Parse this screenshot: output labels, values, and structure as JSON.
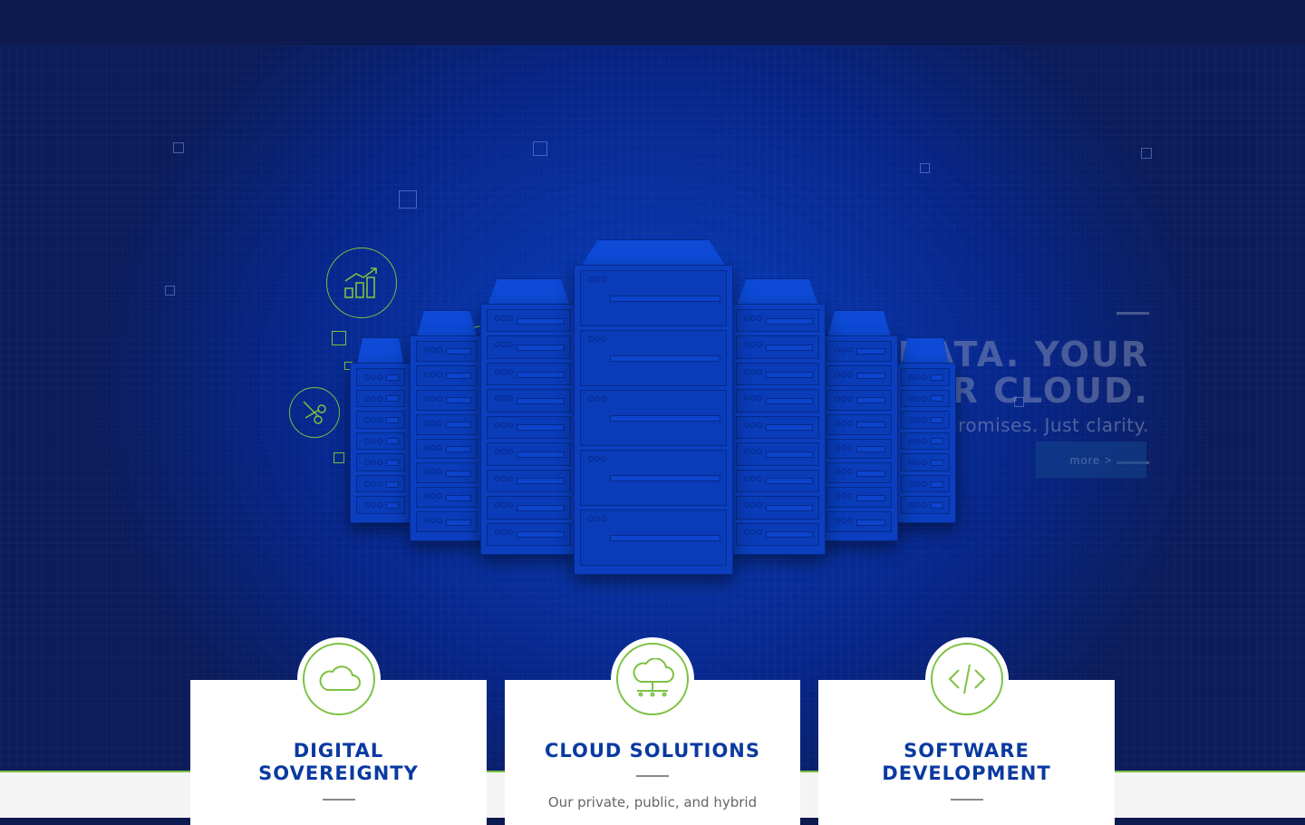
{
  "hero": {
    "title_line1": "YOUR DATA. YOUR",
    "title_line2": "RULES. YOUR CLOUD.",
    "subtitle": "No compromises. Just clarity.",
    "more_label": "more >"
  },
  "cards": [
    {
      "title_line1": "DIGITAL",
      "title_line2": "SOVEREIGNTY",
      "text": "",
      "icon": "cloud-icon"
    },
    {
      "title_line1": "CLOUD SOLUTIONS",
      "title_line2": "",
      "text": "Our private, public, and hybrid",
      "icon": "cloud-network-icon"
    },
    {
      "title_line1": "SOFTWARE",
      "title_line2": "DEVELOPMENT",
      "text": "",
      "icon": "code-icon"
    }
  ],
  "colors": {
    "accent_green": "#7cc242",
    "brand_blue": "#0a3aa0",
    "hero_blue": "#0a3fc4",
    "navy": "#0c1a4f"
  },
  "hero_icons": [
    "growth-chart-icon",
    "analytics-monitor-icon",
    "scissors-icon",
    "speedometer-icon"
  ]
}
